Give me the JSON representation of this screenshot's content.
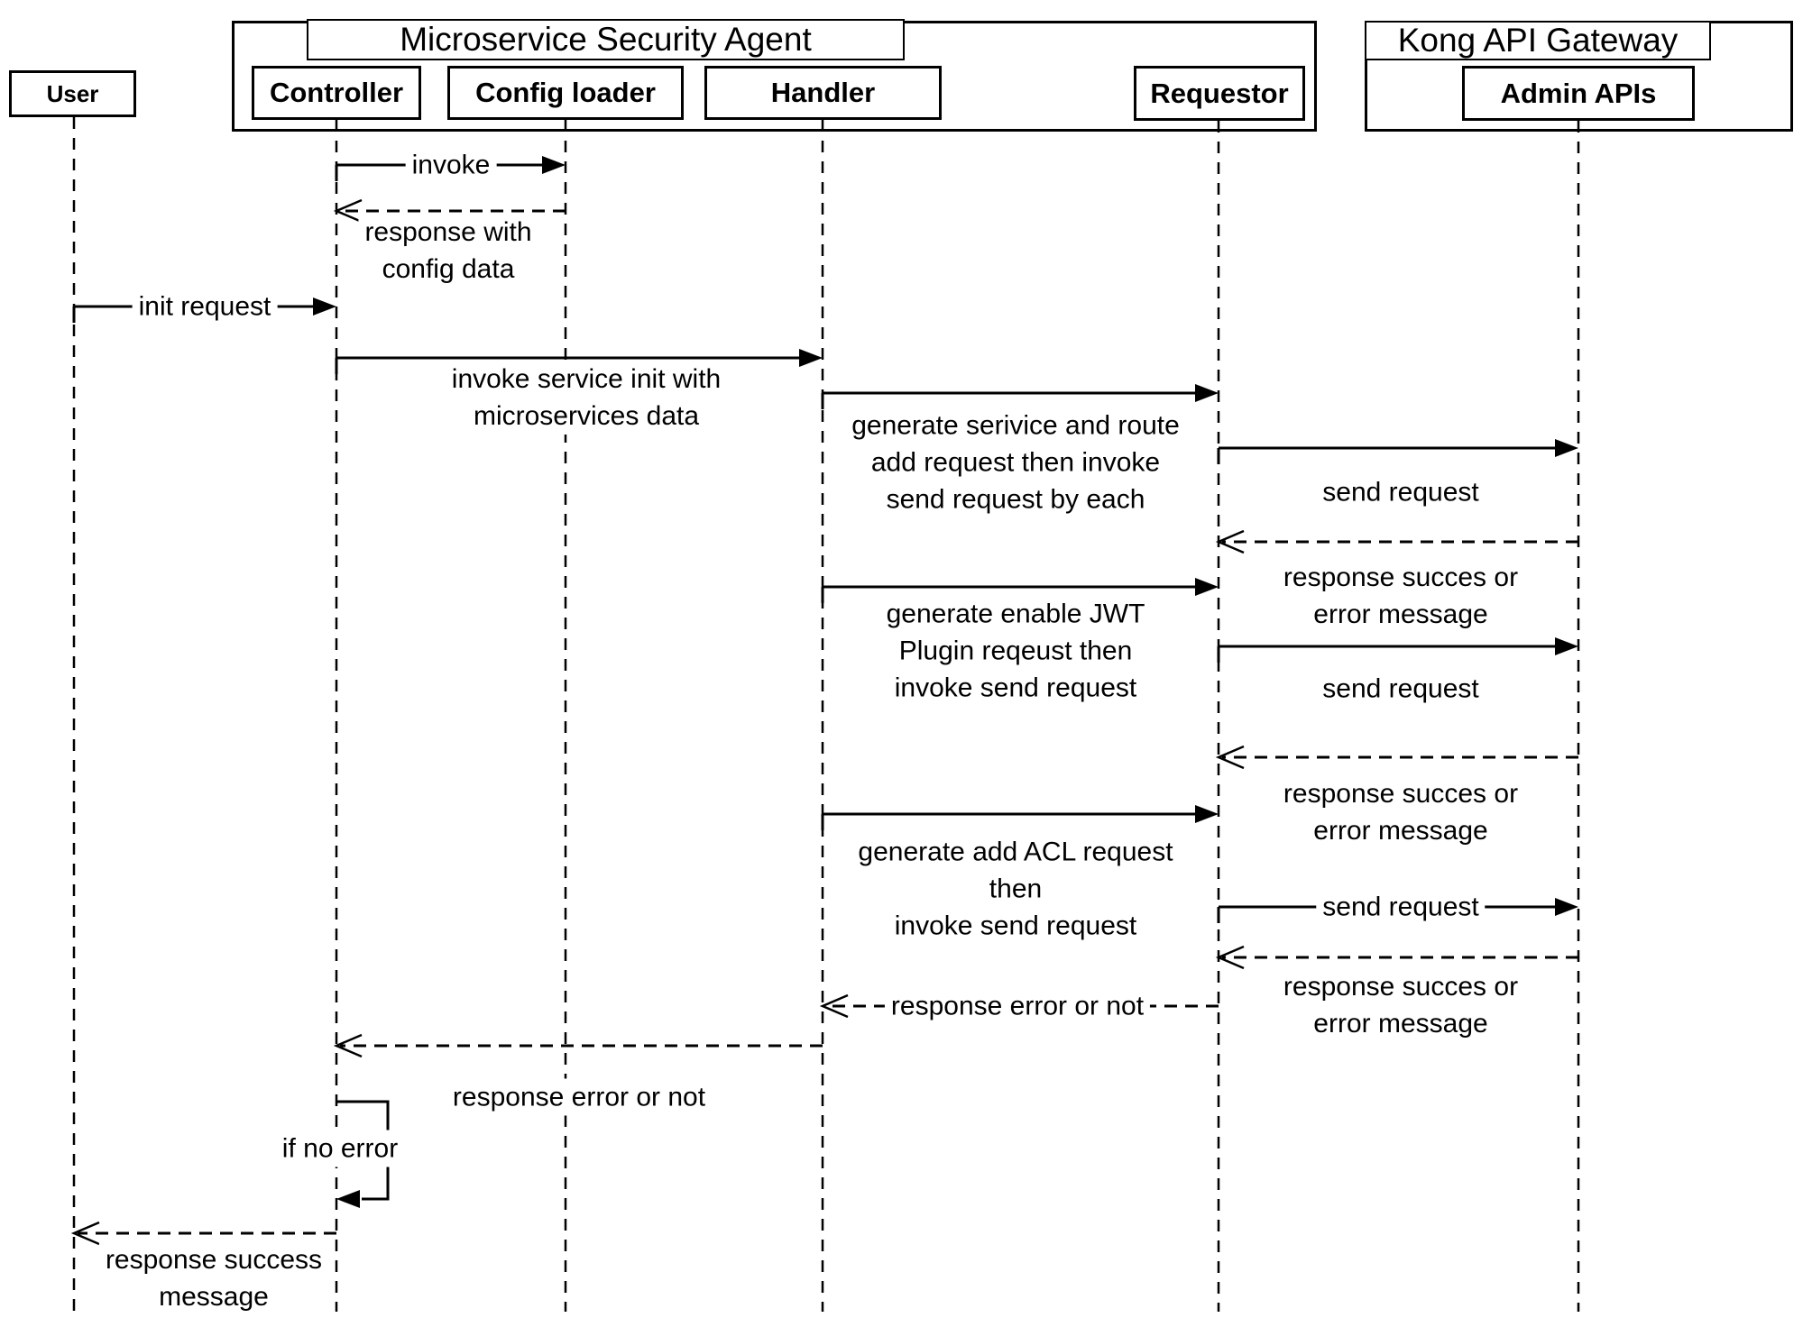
{
  "colors": {
    "ink": "#000000",
    "background": "#ffffff"
  },
  "frames": [
    {
      "id": "msa",
      "title": "Microservice Security Agent"
    },
    {
      "id": "kong",
      "title": "Kong API Gateway"
    }
  ],
  "participants": [
    {
      "id": "user",
      "label": "User"
    },
    {
      "id": "controller",
      "label": "Controller"
    },
    {
      "id": "config-loader",
      "label": "Config loader"
    },
    {
      "id": "handler",
      "label": "Handler"
    },
    {
      "id": "requestor",
      "label": "Requestor"
    },
    {
      "id": "admin-apis",
      "label": "Admin APIs"
    }
  ],
  "messages": [
    {
      "from": "Controller",
      "to": "Config loader",
      "type": "solid",
      "label": "invoke"
    },
    {
      "from": "Config loader",
      "to": "Controller",
      "type": "dashed",
      "label": "response with\nconfig data"
    },
    {
      "from": "User",
      "to": "Controller",
      "type": "solid",
      "label": "init request"
    },
    {
      "from": "Controller",
      "to": "Handler",
      "type": "solid",
      "label": "invoke service init with\nmicroservices data"
    },
    {
      "from": "Handler",
      "to": "Requestor",
      "type": "solid",
      "label": "generate serivice and route\nadd request then invoke\nsend request by each"
    },
    {
      "from": "Requestor",
      "to": "Admin APIs",
      "type": "solid",
      "label": "send request"
    },
    {
      "from": "Admin APIs",
      "to": "Requestor",
      "type": "dashed",
      "label": "response succes or\nerror message"
    },
    {
      "from": "Handler",
      "to": "Requestor",
      "type": "solid",
      "label": "generate enable JWT\nPlugin reqeust then\ninvoke send request"
    },
    {
      "from": "Requestor",
      "to": "Admin APIs",
      "type": "solid",
      "label": "send request"
    },
    {
      "from": "Admin APIs",
      "to": "Requestor",
      "type": "dashed",
      "label": "response succes or\nerror message"
    },
    {
      "from": "Handler",
      "to": "Requestor",
      "type": "solid",
      "label": "generate add ACL request\nthen\ninvoke send request"
    },
    {
      "from": "Requestor",
      "to": "Admin APIs",
      "type": "solid",
      "label": "send request"
    },
    {
      "from": "Admin APIs",
      "to": "Requestor",
      "type": "dashed",
      "label": "response succes or\nerror message"
    },
    {
      "from": "Requestor",
      "to": "Handler",
      "type": "dashed",
      "label": "response error or not"
    },
    {
      "from": "Handler",
      "to": "Controller",
      "type": "dashed",
      "label": "response error or not"
    },
    {
      "from": "Controller",
      "to": "Controller",
      "type": "self",
      "label": "if no error"
    },
    {
      "from": "Controller",
      "to": "User",
      "type": "dashed",
      "label": "response success\nmessage"
    }
  ]
}
